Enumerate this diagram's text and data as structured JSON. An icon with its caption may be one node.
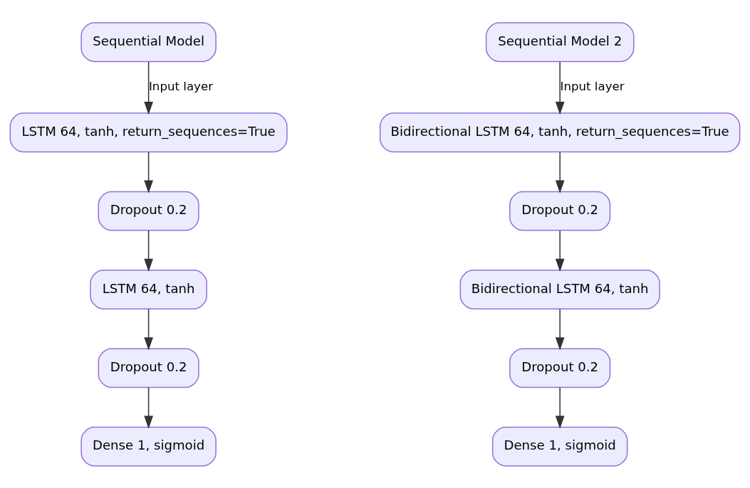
{
  "diagram": {
    "nodes": [
      {
        "text": [
          "Sequential Model"
        ]
      },
      {
        "text": [
          "LSTM 64, tanh, return_sequences=True"
        ]
      },
      {
        "text": [
          "Dropout 0.2"
        ]
      },
      {
        "text": [
          "LSTM 64, tanh"
        ]
      },
      {
        "text": [
          "Dropout 0.2"
        ]
      },
      {
        "text": [
          "Dense 1, sigmoid"
        ]
      },
      {
        "text": [
          "Sequential Model 2"
        ]
      },
      {
        "text": [
          "Bidirectional LSTM 64, tanh, return_sequences=True"
        ]
      },
      {
        "text": [
          "Dropout 0.2"
        ]
      },
      {
        "text": [
          "Bidirectional LSTM 64, tanh"
        ]
      },
      {
        "text": [
          "Dropout 0.2"
        ]
      },
      {
        "text": [
          "Dense 1, sigmoid"
        ]
      }
    ],
    "edges": [
      {
        "from": 0,
        "to": 1,
        "arrow": "to",
        "label": "Input layer"
      },
      {
        "from": 1,
        "to": 2,
        "arrow": "to"
      },
      {
        "from": 2,
        "to": 3,
        "arrow": "to"
      },
      {
        "from": 3,
        "to": 4,
        "arrow": "to"
      },
      {
        "from": 4,
        "to": 5,
        "arrow": "to"
      },
      {
        "from": 6,
        "to": 7,
        "arrow": "to",
        "label": "Input layer"
      },
      {
        "from": 7,
        "to": 8,
        "arrow": "to"
      },
      {
        "from": 8,
        "to": 9,
        "arrow": "to"
      },
      {
        "from": 9,
        "to": 10,
        "arrow": "to"
      },
      {
        "from": 10,
        "to": 11,
        "arrow": "to"
      }
    ]
  }
}
